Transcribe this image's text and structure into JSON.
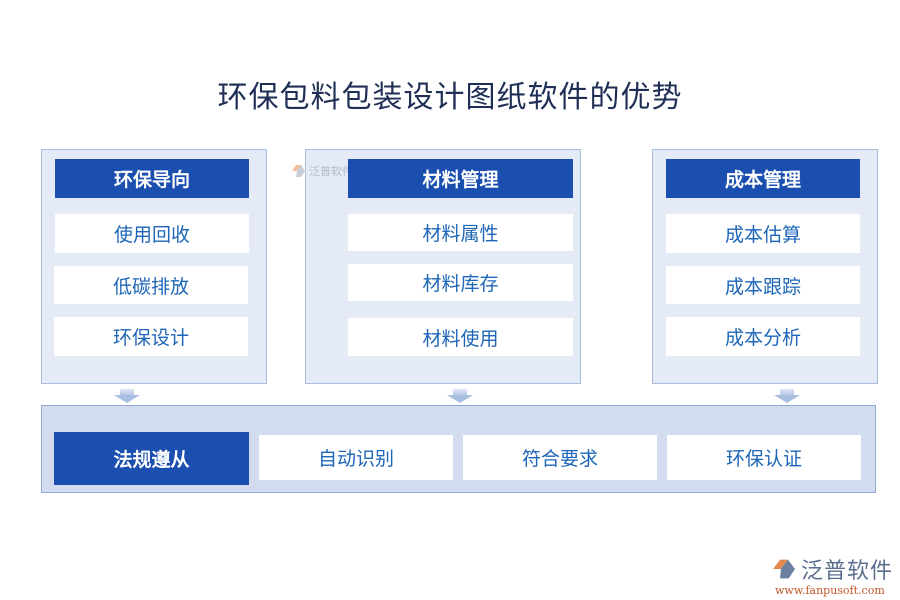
{
  "title": "环保包料包装设计图纸软件的优势",
  "columns": [
    {
      "header": "环保导向",
      "items": [
        "使用回收",
        "低碳排放",
        "环保设计"
      ]
    },
    {
      "header": "材料管理",
      "items": [
        "材料属性",
        "材料库存",
        "材料使用"
      ]
    },
    {
      "header": "成本管理",
      "items": [
        "成本估算",
        "成本跟踪",
        "成本分析"
      ]
    }
  ],
  "bottom": {
    "primary": "法规遵从",
    "items": [
      "自动识别",
      "符合要求",
      "环保认证"
    ]
  },
  "watermark": {
    "text": "泛普软件",
    "icon": "fanpu-logo-icon"
  },
  "logo": {
    "brand": "泛普软件",
    "url": "www.fanpusoft.com",
    "icon": "fanpu-logo-icon"
  },
  "colors": {
    "header_blue": "#1a4fb0",
    "panel_bg": "#e5ebf6",
    "panel_border": "#a9bddd",
    "item_text": "#1e66b8",
    "title_text": "#1f2f55",
    "bottom_bg": "#d3dcee"
  }
}
